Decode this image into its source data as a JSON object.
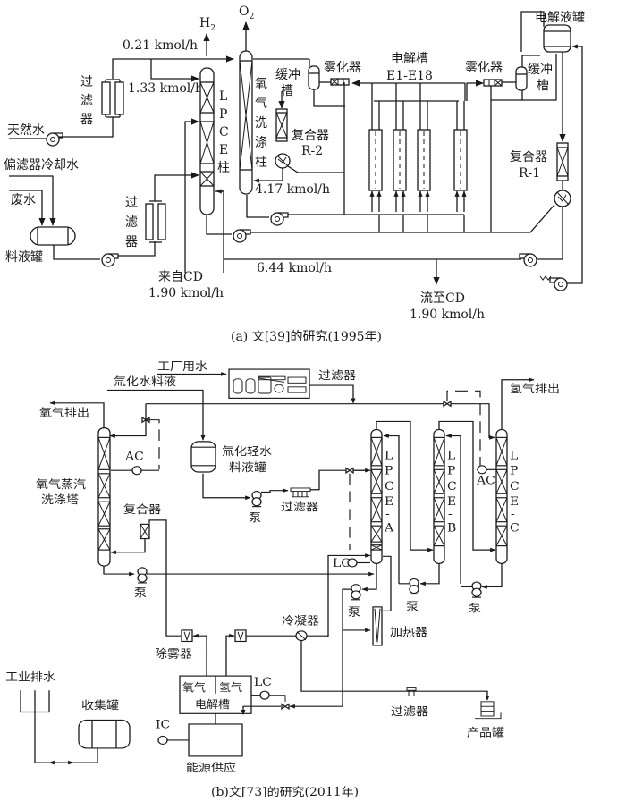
{
  "figure_a": {
    "caption": "(a) 文[39]的研究(1995年)",
    "labels": {
      "h2": "H",
      "h2_sub": "2",
      "o2": "O",
      "o2_sub": "2",
      "flow_top": "0.21 kmol/h",
      "flow_lpce": "1.33 kmol/h",
      "filter_1": [
        "过",
        "滤",
        "器"
      ],
      "natural_water": "天然水",
      "partial_filter_cooling_water": "偏滤器冷却水",
      "waste_water": "废水",
      "feed_tank": "料液罐",
      "filter_2": [
        "过",
        "滤",
        "器"
      ],
      "lpce_column": [
        "L",
        "P",
        "C",
        "E",
        "柱"
      ],
      "oxygen_wash_column": [
        "氧",
        "气",
        "洗",
        "涤",
        "柱"
      ],
      "buffer_tank_left": [
        "缓冲",
        "槽"
      ],
      "atomizer_left": "雾化器",
      "recombiner_r2": [
        "复合器",
        "R-2"
      ],
      "flow_4_17": "4.17 kmol/h",
      "electrolyzer": [
        "电解槽",
        "E1-E18"
      ],
      "atomizer_right": "雾化器",
      "buffer_tank_right": [
        "缓冲",
        "槽"
      ],
      "electrolyte_tank": "电解液罐",
      "recombiner_r1": [
        "复合器",
        "R-1"
      ],
      "from_cd": [
        "来自CD",
        "1.90 kmol/h"
      ],
      "flow_6_44": "6.44 kmol/h",
      "to_cd": [
        "流至CD",
        "1.90 kmol/h"
      ]
    }
  },
  "figure_b": {
    "caption": "(b)文[73]的研究(2011年)",
    "labels": {
      "plant_water": "工厂用水",
      "tritiated_water_feed": "氚化水料液",
      "filter_top": "过滤器",
      "oxygen_vent": "氧气排出",
      "hydrogen_vent": "氢气排出",
      "ac_left": "AC",
      "ac_right": "AC",
      "tritiated_light_water_tank": [
        "氚化轻水",
        "料液罐"
      ],
      "oxygen_vapor_scrubber": [
        "氧气蒸汽",
        "洗涤塔"
      ],
      "recombiner": "复合器",
      "pump": "泵",
      "filter_mid": "过滤器",
      "lpce_a": [
        "L",
        "P",
        "C",
        "E",
        "-",
        "A"
      ],
      "lpce_b": [
        "L",
        "P",
        "C",
        "E",
        "-",
        "B"
      ],
      "lpce_c": [
        "L",
        "P",
        "C",
        "E",
        "-",
        "C"
      ],
      "lc_top": "LC",
      "lc_bottom": "LC",
      "condenser": "冷凝器",
      "heater": "加热器",
      "demister": "除雾器",
      "electrolyzer_oxygen": "氧气",
      "electrolyzer_hydrogen": "氢气",
      "electrolyzer": "电解槽",
      "industrial_drain": "工业排水",
      "collection_tank": "收集罐",
      "ic": "IC",
      "power_supply": "能源供应",
      "filter_bottom": "过滤器",
      "product_tank": "产品罐"
    }
  }
}
